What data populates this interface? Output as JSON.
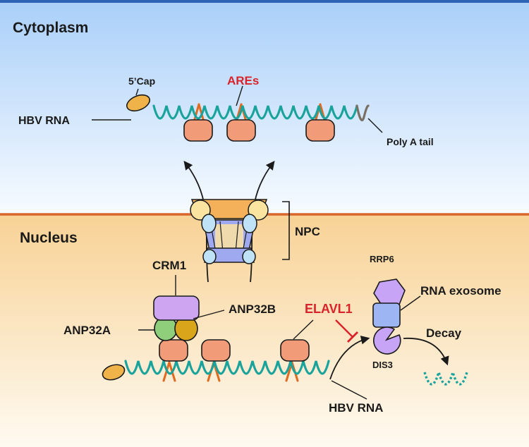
{
  "compartments": {
    "cytoplasm": "Cytoplasm",
    "nucleus": "Nucleus"
  },
  "cytoplasm_rna": {
    "cap_label": "5’Cap",
    "rna_label": "HBV RNA",
    "are_label": "AREs",
    "polya_label": "Poly A tail"
  },
  "pore": {
    "label": "NPC"
  },
  "nuclear_proteins": {
    "crm1": "CRM1",
    "anp32a": "ANP32A",
    "anp32b": "ANP32B",
    "elavl1": "ELAVL1",
    "rrp6": "RRP6",
    "exosome": "RNA exosome",
    "dis3": "DIS3",
    "decay": "Decay",
    "rna_label": "HBV RNA"
  },
  "colors": {
    "cytoplasm_top": "#a9cff9",
    "cytoplasm_bottom": "#f7fbff",
    "nucleus_top": "#f8d295",
    "nucleus_bottom": "#fefaf1",
    "membrane": "#d9652b",
    "rna_wave": "#1aa39c",
    "are_spike": "#e06a1f",
    "are_label": "#d8232a",
    "cap": "#f0b34a",
    "are_protein": "#f29b79",
    "polya": "#7a6f63",
    "crm1": "#cda5f0",
    "anp32a": "#8fcf7c",
    "anp32b": "#d9a51a",
    "exosome_top": "#c7a4f5",
    "exosome_mid": "#9db5f3",
    "npc_orange": "#f5b15a",
    "npc_yellow": "#fbe3a0",
    "npc_blue": "#9fa9f0",
    "npc_lightblue": "#bfe2f6",
    "inhibit": "#d8232a"
  }
}
